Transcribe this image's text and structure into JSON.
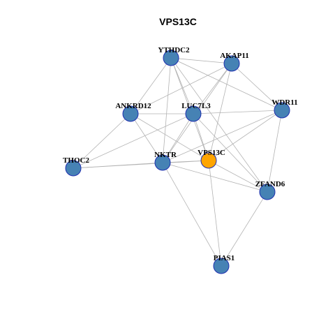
{
  "title": "VPS13C",
  "colors": {
    "node": "#4682b4",
    "focus": "#ffa500",
    "border": "#1f2fb0",
    "edge": "#b3b3b3"
  },
  "nodes": [
    {
      "id": "YTHDC2",
      "label": "YTHDC2",
      "focus": false
    },
    {
      "id": "AKAP11",
      "label": "AKAP11",
      "focus": false
    },
    {
      "id": "ANKRD12",
      "label": "ANKRD12",
      "focus": false
    },
    {
      "id": "LUC7L3",
      "label": "LUC7L3",
      "focus": false
    },
    {
      "id": "WDR11",
      "label": "WDR11",
      "focus": false
    },
    {
      "id": "THOC2",
      "label": "THOC2",
      "focus": false
    },
    {
      "id": "NKTR",
      "label": "NKTR",
      "focus": false
    },
    {
      "id": "VPS13C",
      "label": "VPS13C",
      "focus": true
    },
    {
      "id": "ZFAND6",
      "label": "ZFAND6",
      "focus": false
    },
    {
      "id": "PIAS1",
      "label": "PIAS1",
      "focus": false
    }
  ],
  "edges": [
    [
      "YTHDC2",
      "AKAP11"
    ],
    [
      "YTHDC2",
      "ANKRD12"
    ],
    [
      "YTHDC2",
      "LUC7L3"
    ],
    [
      "YTHDC2",
      "WDR11"
    ],
    [
      "YTHDC2",
      "NKTR"
    ],
    [
      "YTHDC2",
      "VPS13C"
    ],
    [
      "YTHDC2",
      "ZFAND6"
    ],
    [
      "AKAP11",
      "ANKRD12"
    ],
    [
      "AKAP11",
      "LUC7L3"
    ],
    [
      "AKAP11",
      "WDR11"
    ],
    [
      "AKAP11",
      "NKTR"
    ],
    [
      "AKAP11",
      "VPS13C"
    ],
    [
      "ANKRD12",
      "THOC2"
    ],
    [
      "ANKRD12",
      "NKTR"
    ],
    [
      "ANKRD12",
      "LUC7L3"
    ],
    [
      "ANKRD12",
      "VPS13C"
    ],
    [
      "LUC7L3",
      "WDR11"
    ],
    [
      "LUC7L3",
      "NKTR"
    ],
    [
      "LUC7L3",
      "VPS13C"
    ],
    [
      "LUC7L3",
      "ZFAND6"
    ],
    [
      "LUC7L3",
      "THOC2"
    ],
    [
      "WDR11",
      "NKTR"
    ],
    [
      "WDR11",
      "VPS13C"
    ],
    [
      "WDR11",
      "ZFAND6"
    ],
    [
      "THOC2",
      "NKTR"
    ],
    [
      "THOC2",
      "VPS13C"
    ],
    [
      "NKTR",
      "VPS13C"
    ],
    [
      "NKTR",
      "ZFAND6"
    ],
    [
      "NKTR",
      "PIAS1"
    ],
    [
      "VPS13C",
      "ZFAND6"
    ],
    [
      "VPS13C",
      "PIAS1"
    ],
    [
      "ZFAND6",
      "PIAS1"
    ]
  ]
}
